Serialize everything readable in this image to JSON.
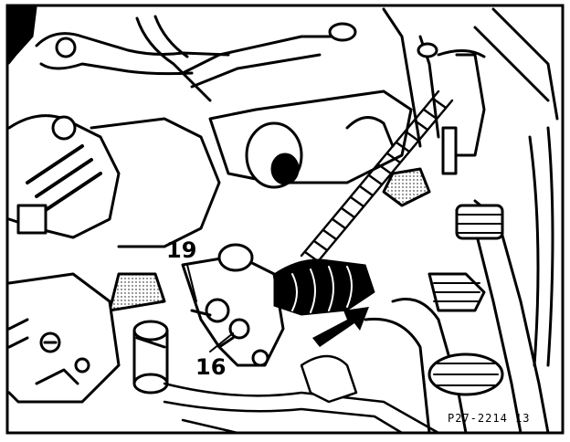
{
  "callouts": {
    "label_19": "19",
    "label_16": "16"
  },
  "figure_ref": "P27-2214 13",
  "colors": {
    "ink": "#000000",
    "paper": "#ffffff"
  },
  "icons": [
    "direction-arrow-icon"
  ]
}
